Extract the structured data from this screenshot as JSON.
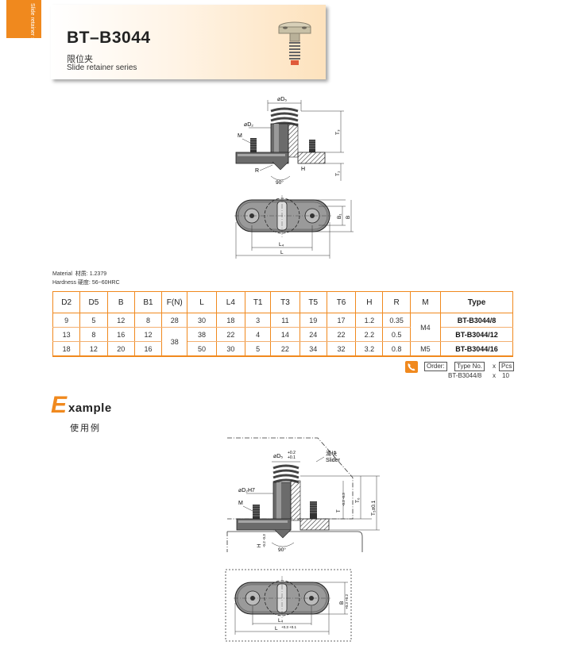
{
  "side_tab": {
    "label": "Slide retainer series"
  },
  "header": {
    "title": "BT–B3044",
    "subtitle_cn": "限位夹",
    "subtitle_en": "Slide retainer series",
    "icon": "slide-retainer-product-icon"
  },
  "drawing_top": {
    "labels": {
      "d5": "⌀D₅",
      "d2": "⌀D₂",
      "m": "M",
      "r": "R",
      "h": "H",
      "angle": "90°",
      "t3": "T₃",
      "t1": "T₁"
    }
  },
  "drawing_plan": {
    "labels": {
      "b1": "B₁",
      "b": "B",
      "l4": "L₄",
      "l": "L"
    }
  },
  "material": {
    "material_label": "Material",
    "material_cn": "材质:",
    "material_value": "1.2379",
    "hardness_label": "Hardness",
    "hardness_cn": "硬度:",
    "hardness_value": "56~60HRC"
  },
  "table": {
    "headers": [
      "D2",
      "D5",
      "B",
      "B1",
      "F(N)",
      "L",
      "L4",
      "T1",
      "T3",
      "T5",
      "T6",
      "H",
      "R",
      "M",
      "Type"
    ],
    "rows": [
      {
        "d2": "9",
        "d5": "5",
        "b": "12",
        "b1": "8",
        "fn": "28",
        "l": "30",
        "l4": "18",
        "t1": "3",
        "t3": "11",
        "t5": "19",
        "t6": "17",
        "h": "1.2",
        "r": "0.35",
        "type": "BT-B3044/8"
      },
      {
        "d2": "13",
        "d5": "8",
        "b": "16",
        "b1": "12",
        "l": "38",
        "l4": "22",
        "t1": "4",
        "t3": "14",
        "t5": "24",
        "t6": "22",
        "h": "2.2",
        "r": "0.5",
        "type": "BT-B3044/12"
      },
      {
        "d2": "18",
        "d5": "12",
        "b": "20",
        "b1": "16",
        "l": "50",
        "l4": "30",
        "t1": "5",
        "t3": "22",
        "t5": "34",
        "t6": "32",
        "h": "3.2",
        "r": "0.8",
        "m": "M5",
        "type": "BT-B3044/16"
      }
    ],
    "merged": {
      "fn_rows_2_3": "38",
      "m_rows_1_2": "M4"
    }
  },
  "order": {
    "label": "Order:",
    "type_label": "Type No.",
    "x1": "x",
    "pcs_label": "Pcs",
    "example_type": "BT-B3044/8",
    "x2": "x",
    "example_qty": "10"
  },
  "example": {
    "e_letter": "E",
    "rest": "xample",
    "cn": "使用例"
  },
  "drawing_example": {
    "labels": {
      "slider_cn": "滑块",
      "slider_en": "Slider",
      "d5": "⌀D₅",
      "d5_tol_top": "+0.2",
      "d5_tol_bot": "+0.1",
      "d2": "⌀D₂H7",
      "m": "M",
      "t_tol": "T",
      "t_tol_vals": "-0.2 -0.3",
      "t6": "T₆",
      "t5": "T₅±0.1",
      "h_tol": "H",
      "h_tol_vals": "-0.2 -0.3",
      "angle": "90°"
    }
  },
  "drawing_example_plan": {
    "labels": {
      "b_tol": "B",
      "b_tol_vals": "+0.3 +0.2",
      "l4": "L₄",
      "l_tol": "L",
      "l_tol_vals": "+0.3 +0.1"
    }
  },
  "colors": {
    "accent": "#f0891e",
    "steel": "#555555",
    "hatch": "#4a4a4a"
  }
}
